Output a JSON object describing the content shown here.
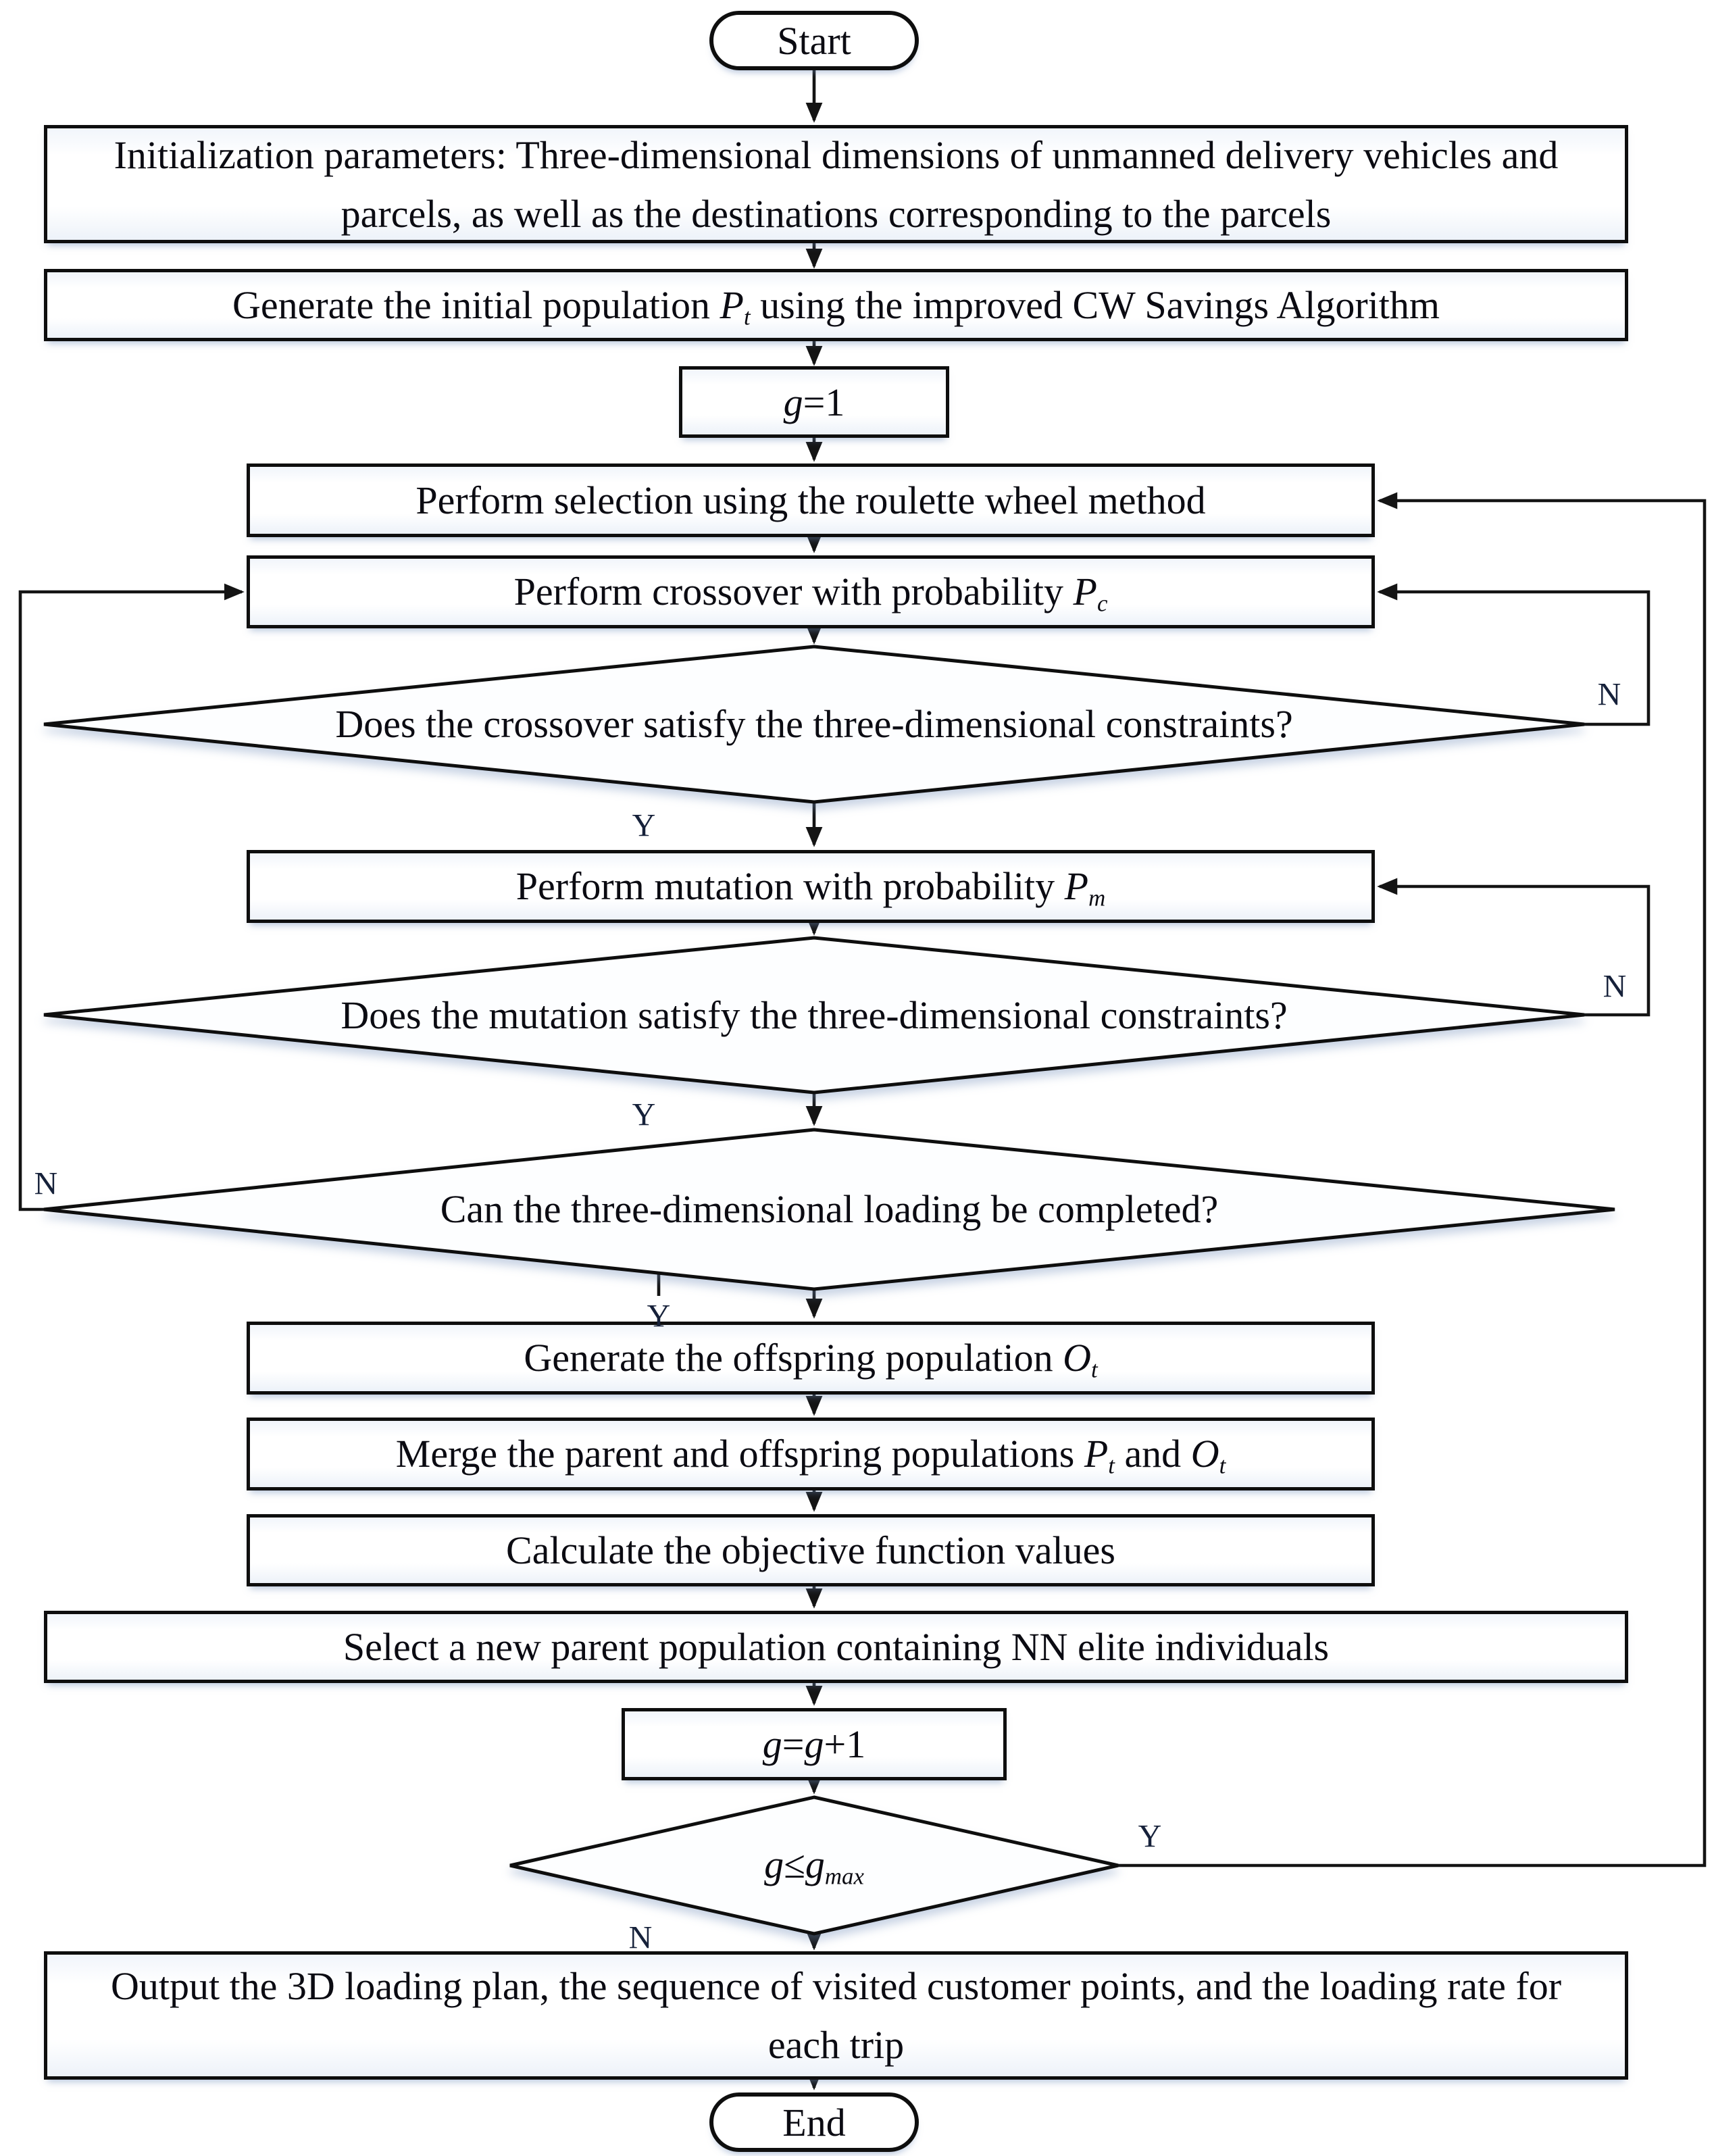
{
  "nodes": {
    "start": {
      "label": "Start"
    },
    "init": {
      "label": "Initialization parameters: Three-dimensional dimensions of unmanned delivery vehicles and parcels, as well as the destinations corresponding to the parcels"
    },
    "generate_initial": {
      "prefix": "Generate the initial population ",
      "var": "P",
      "sub": "t",
      "suffix": " using the improved CW Savings Algorithm"
    },
    "set_g": {
      "var": "g",
      "suffix": "=1"
    },
    "selection": {
      "label": "Perform selection using the roulette wheel method"
    },
    "crossover": {
      "prefix": "Perform crossover with probability ",
      "var": "P",
      "sub": "c"
    },
    "crossover_check": {
      "label": "Does the crossover satisfy the three-dimensional constraints?"
    },
    "mutation": {
      "prefix": "Perform mutation with probability ",
      "var": "P",
      "sub": "m"
    },
    "mutation_check": {
      "label": "Does the mutation satisfy the three-dimensional constraints?"
    },
    "loading_check": {
      "label": "Can the three-dimensional loading be completed?"
    },
    "offspring": {
      "prefix": "Generate the offspring population ",
      "var": "O",
      "sub": "t"
    },
    "merge": {
      "prefix": "Merge the parent and offspring populations ",
      "var1": "P",
      "sub1": "t",
      "mid": " and ",
      "var2": "O",
      "sub2": "t"
    },
    "objective": {
      "label": "Calculate the objective function values"
    },
    "select_parent": {
      "label": "Select a new parent population containing NN elite individuals"
    },
    "increment_g": {
      "var1": "g",
      "eq": "=",
      "var2": "g",
      "suffix": "+1"
    },
    "generation_check": {
      "var1": "g",
      "op": "≤",
      "var2": "g",
      "sub": "max"
    },
    "output": {
      "label": "Output the 3D loading plan, the sequence of visited customer points, and the loading rate for each trip"
    },
    "end": {
      "label": "End"
    }
  },
  "edge_labels": {
    "yes": "Y",
    "no": "N"
  },
  "colors": {
    "line": "#141414",
    "box_border": "#0e0e0e",
    "box_fill": "#ffffff",
    "text": "#0b0b12"
  }
}
